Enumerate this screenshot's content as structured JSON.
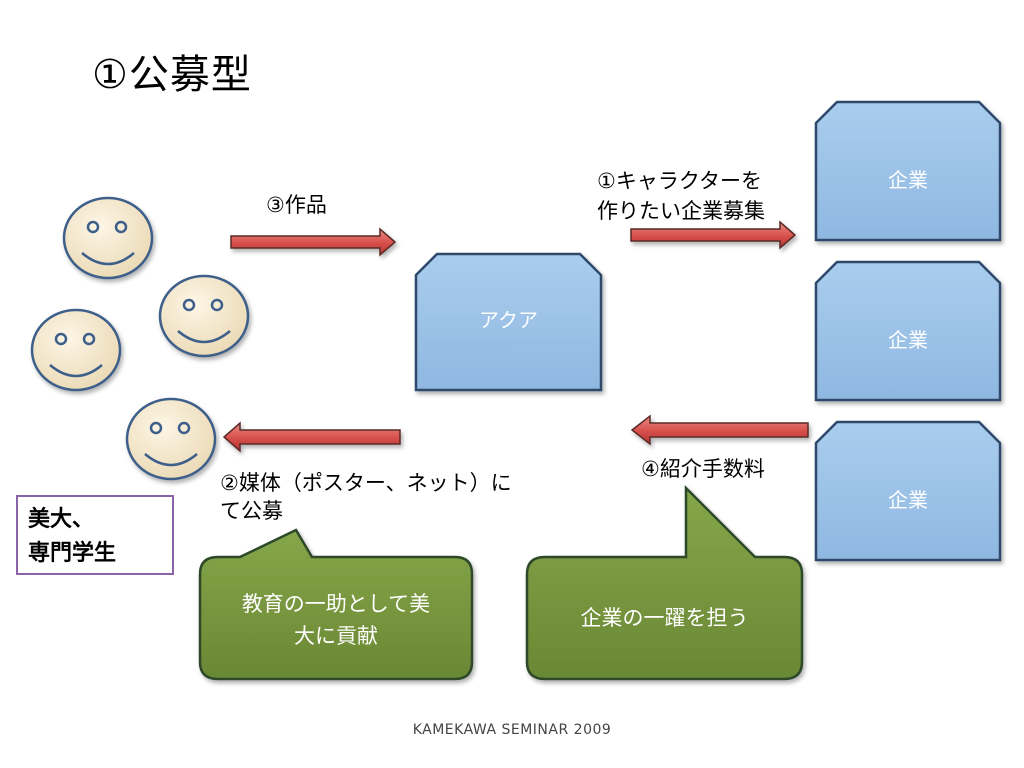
{
  "title": "①公募型",
  "agency": {
    "label": "アクア"
  },
  "companies": [
    {
      "label": "企業"
    },
    {
      "label": "企業"
    },
    {
      "label": "企業"
    }
  ],
  "arrows": {
    "works_label": "③作品",
    "recruit_label_line1": "①キャラクターを",
    "recruit_label_line2": "作りたい企業募集",
    "fee_label": "④紹介手数料",
    "media_label_line1": "②媒体（ポスター、ネット）に",
    "media_label_line2": "て公募"
  },
  "students": {
    "label_line1": "美大、",
    "label_line2": "専門学生"
  },
  "callouts": {
    "left_line1": "教育の一助として美",
    "left_line2": "大に貢献",
    "right": "企業の一躍を担う"
  },
  "footer": "KAMEKAWA SEMINAR 2009",
  "colors": {
    "box_fill": "#9dc3e6",
    "box_stroke": "#2e4a6b",
    "arrow_fill": "#d9534f",
    "callout_fill": "#76923c",
    "face_fill": "#f5e7c8",
    "face_stroke": "#3e5f8a"
  }
}
